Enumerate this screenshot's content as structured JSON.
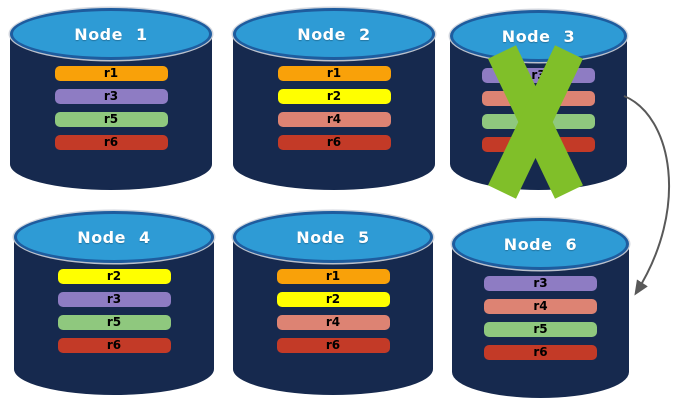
{
  "colors": {
    "cylinder_body": "#16294E",
    "cylinder_top": "#2E9BD5",
    "cylinder_top_border": "#1E5C9E",
    "node_title_text": "#FFFFFF",
    "row_label_text": "#000000",
    "failure_x": "#80BF29",
    "arrow": "#595959"
  },
  "nodes": [
    {
      "label": "Node 1",
      "rows": [
        {
          "label": "r1",
          "color": "#F9A109"
        },
        {
          "label": "r3",
          "color": "#8E7CC3"
        },
        {
          "label": "r5",
          "color": "#8FC87E"
        },
        {
          "label": "r6",
          "color": "#C33A27"
        }
      ]
    },
    {
      "label": "Node 2",
      "rows": [
        {
          "label": "r1",
          "color": "#F9A109"
        },
        {
          "label": "r2",
          "color": "#FFFF00"
        },
        {
          "label": "r4",
          "color": "#DD8373"
        },
        {
          "label": "r6",
          "color": "#C33A27"
        }
      ]
    },
    {
      "label": "Node 3",
      "failed": true,
      "rows": [
        {
          "label": "r3",
          "color": "#8E7CC3"
        },
        {
          "label": "r4",
          "color": "#DD8373"
        },
        {
          "label": "r5",
          "color": "#8FC87E"
        },
        {
          "label": "r6",
          "color": "#C33A27"
        }
      ]
    },
    {
      "label": "Node 4",
      "rows": [
        {
          "label": "r2",
          "color": "#FFFF00"
        },
        {
          "label": "r3",
          "color": "#8E7CC3"
        },
        {
          "label": "r5",
          "color": "#8FC87E"
        },
        {
          "label": "r6",
          "color": "#C33A27"
        }
      ]
    },
    {
      "label": "Node 5",
      "rows": [
        {
          "label": "r1",
          "color": "#F9A109"
        },
        {
          "label": "r2",
          "color": "#FFFF00"
        },
        {
          "label": "r4",
          "color": "#DD8373"
        },
        {
          "label": "r6",
          "color": "#C33A27"
        }
      ]
    },
    {
      "label": "Node 6",
      "rows": [
        {
          "label": "r3",
          "color": "#8E7CC3"
        },
        {
          "label": "r4",
          "color": "#DD8373"
        },
        {
          "label": "r5",
          "color": "#8FC87E"
        },
        {
          "label": "r6",
          "color": "#C33A27"
        }
      ]
    }
  ],
  "failure_mark": {
    "on_node": "Node 3",
    "shape": "x-mark"
  },
  "arrow": {
    "from": "Node 3",
    "to": "Node 6"
  }
}
